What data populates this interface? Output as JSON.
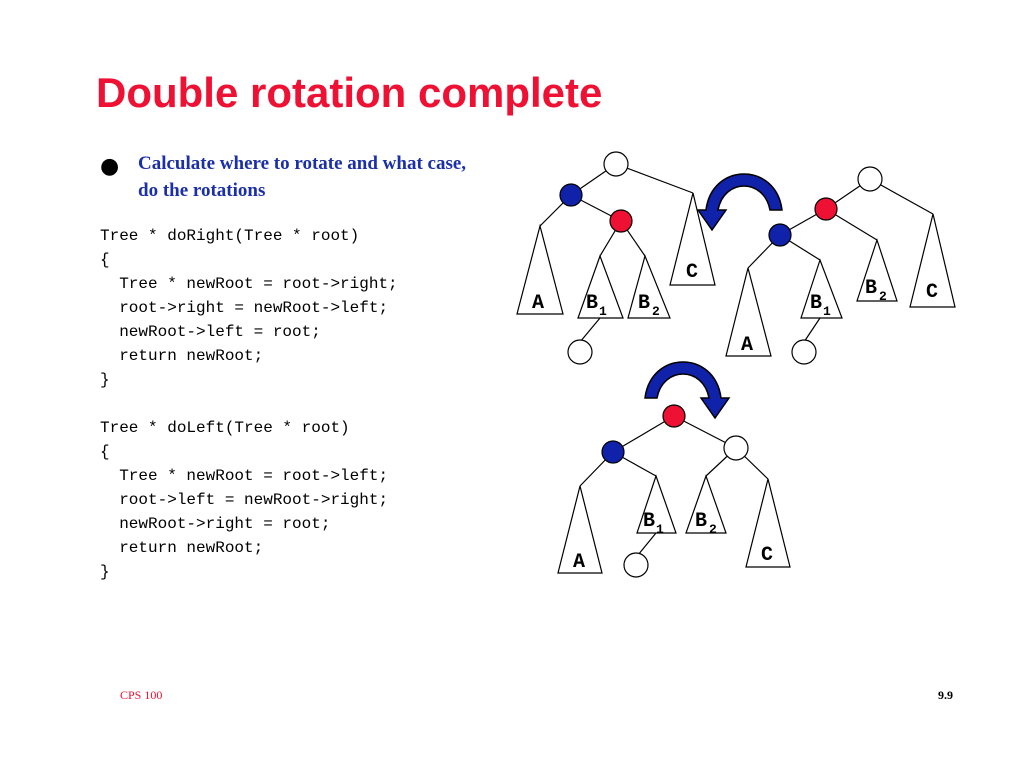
{
  "slide": {
    "title": "Double rotation complete",
    "bullet": "Calculate where to rotate and what case, do the rotations",
    "code_lines": [
      "Tree * doRight(Tree * root)",
      "{",
      "  Tree * newRoot = root->right;",
      "  root->right = newRoot->left;",
      "  newRoot->left = root;",
      "  return newRoot;",
      "}",
      "",
      "Tree * doLeft(Tree * root)",
      "{",
      "  Tree * newRoot = root->left;",
      "  root->left = newRoot->right;",
      "  newRoot->right = root;",
      "  return newRoot;",
      "}"
    ],
    "footer_left": "CPS 100",
    "footer_right": "9.9"
  },
  "labels": {
    "a": "A",
    "b": "B",
    "c": "C",
    "sub1": "1",
    "sub2": "2"
  },
  "colors": {
    "title": "#ee1133",
    "bullet_text": "#1a2fa8",
    "node_blue": "#1122aa",
    "node_red": "#ee1133",
    "node_white": "#ffffff",
    "arrow_fill": "#1122aa"
  }
}
